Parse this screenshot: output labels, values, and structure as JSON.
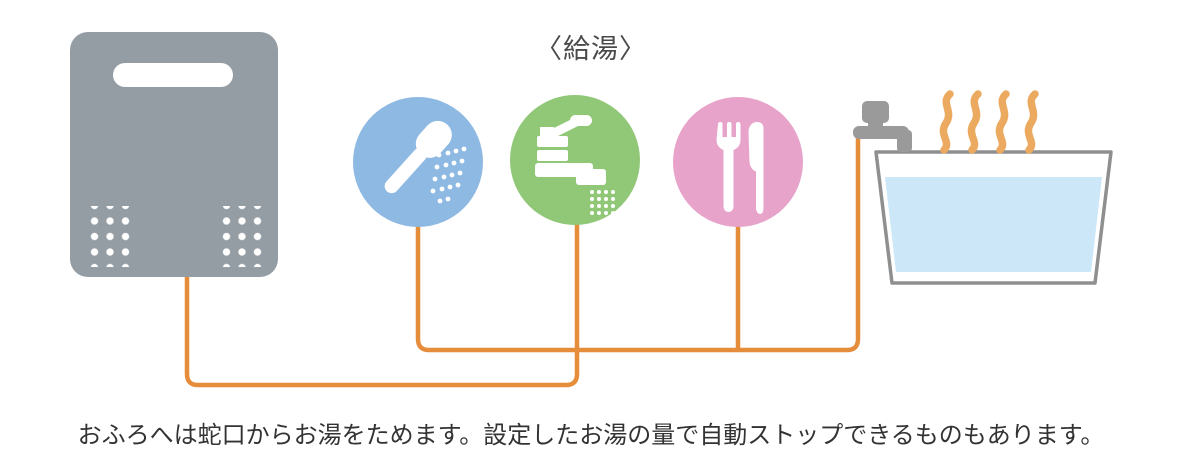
{
  "title": "〈給湯〉",
  "caption": "おふろへは蛇口からお湯をためます。設定したお湯の量で自動ストップできるものもあります。",
  "icons": {
    "heater": "water-heater-icon",
    "shower": "shower-head-icon",
    "faucet": "faucet-icon",
    "cutlery": "fork-knife-icon",
    "bathtub": "bathtub-icon",
    "tap": "bath-tap-icon",
    "steam": "steam-icon",
    "pipe": "hot-water-pipe-line"
  },
  "colors": {
    "heater_gray": "#949ca4",
    "circle_blue": "#8db9e3",
    "circle_green": "#90c878",
    "circle_pink": "#e7a3ca",
    "pipe_orange": "#e68d3c",
    "steam_orange": "#ecaa60",
    "water_blue": "#cbe7f8",
    "tub_outline": "#8f8f8f",
    "tap_gray": "#9a9a9a",
    "caption_color": "#333333",
    "title_color": "#4a4a4a"
  }
}
